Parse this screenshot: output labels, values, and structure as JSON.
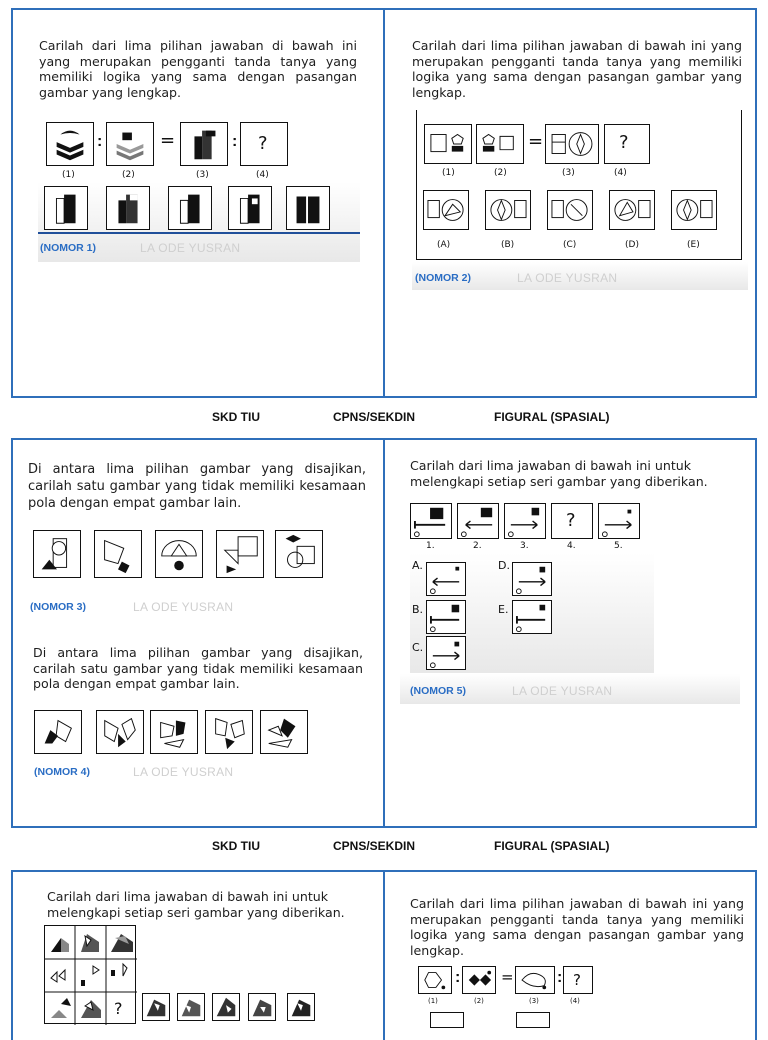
{
  "footer": {
    "left": "SKD TIU",
    "center": "CPNS/SEKDIN",
    "right": "FIGURAL (SPASIAL)"
  },
  "watermark": "LA ODE YUSRAN",
  "q1": {
    "text": "Carilah dari lima pilihan jawaban di bawah ini yang merupakan pengganti tanda tanya yang memiliki logika yang sama dengan pasangan gambar yang lengkap.",
    "labels": [
      "(1)",
      "(2)",
      "(3)",
      "(4)"
    ],
    "question_mark": "?",
    "nomor": "(NOMOR 1)"
  },
  "q2": {
    "text": "Carilah dari lima pilihan jawaban di bawah ini yang merupakan pengganti tanda tanya yang memiliki logika yang sama dengan pasangan gambar yang lengkap.",
    "labels": [
      "(1)",
      "(2)",
      "(3)",
      "(4)"
    ],
    "options": [
      "(A)",
      "(B)",
      "(C)",
      "(D)",
      "(E)"
    ],
    "question_mark": "?",
    "nomor": "(NOMOR 2)"
  },
  "q3": {
    "text": "Di antara lima pilihan gambar yang disajikan, carilah satu gambar yang tidak memiliki kesamaan pola dengan empat gambar lain.",
    "nomor": "(NOMOR 3)"
  },
  "q4": {
    "text": "Di antara lima pilihan gambar yang disajikan, carilah satu gambar yang tidak memiliki kesamaan pola dengan empat gambar lain.",
    "nomor": "(NOMOR 4)"
  },
  "q5": {
    "text": "Carilah dari lima jawaban di bawah ini untuk melengkapi setiap seri gambar yang diberikan.",
    "labels": [
      "1.",
      "2.",
      "3.",
      "4.",
      "5."
    ],
    "options": [
      "A.",
      "B.",
      "C.",
      "D.",
      "E."
    ],
    "question_mark": "?",
    "nomor": "(NOMOR 5)"
  },
  "q6": {
    "text": "Carilah dari lima jawaban di bawah ini untuk melengkapi setiap seri gambar yang diberikan.",
    "question_mark": "?"
  },
  "q7": {
    "text": "Carilah dari lima pilihan jawaban di bawah ini yang merupakan pengganti tanda tanya yang memiliki logika yang sama dengan pasangan gambar yang lengkap.",
    "labels": [
      "(1)",
      "(2)",
      "(3)",
      "(4)"
    ],
    "question_mark": "?"
  }
}
